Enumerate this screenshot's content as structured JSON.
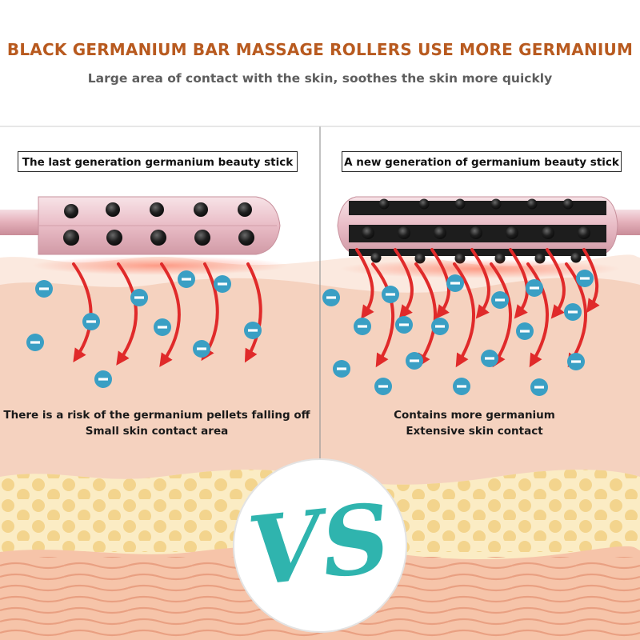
{
  "header": {
    "title": "BLACK GERMANIUM BAR MASSAGE ROLLERS USE MORE GERMANIUM",
    "subtitle": "Large area of contact with the skin, soothes the skin more quickly"
  },
  "left_panel": {
    "label": "The last generation germanium beauty stick",
    "caption_line1": "There is a risk of the germanium pellets falling off",
    "caption_line2": "Small skin contact area"
  },
  "right_panel": {
    "label": "A new generation of germanium beauty stick",
    "caption_line1": "Contains more germanium",
    "caption_line2": "Extensive skin contact"
  },
  "badge": {
    "text": "VS"
  },
  "colors": {
    "title": "#b85a1f",
    "subtitle": "#5e5e5e",
    "skin_top": "#f9e1d4",
    "skin_mid": "#f3cbb5",
    "fat_layer": "#f9e6b9",
    "fat_dots": "#f3d48d",
    "vs_teal": "#2fb4ae",
    "ion": "#3a9fc4",
    "arrow": "#e02a2a",
    "roller_pink": "#e9bcc6"
  }
}
